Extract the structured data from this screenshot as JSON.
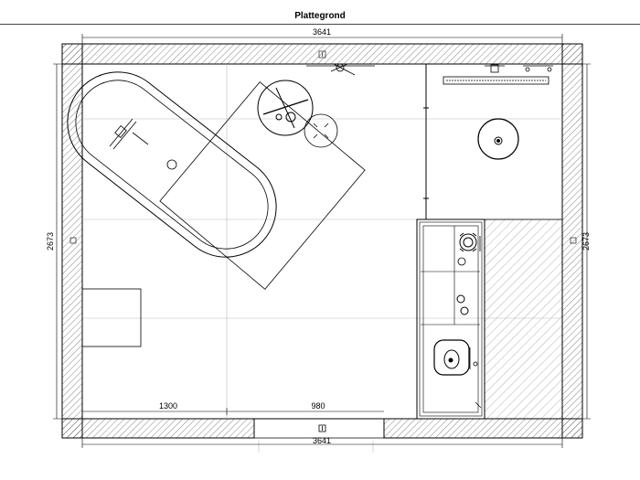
{
  "title": "Plattegrond",
  "dimensions": {
    "top_width": "3641",
    "bottom_width": "3641",
    "left_height": "2673",
    "right_height": "2673",
    "segment_left": "1300",
    "segment_door": "980"
  },
  "icons": [
    "bathtub",
    "bath-faucet",
    "ceiling-light",
    "shower-drain",
    "round-washbasin",
    "toilet",
    "vanity-cabinet",
    "door",
    "socket"
  ]
}
